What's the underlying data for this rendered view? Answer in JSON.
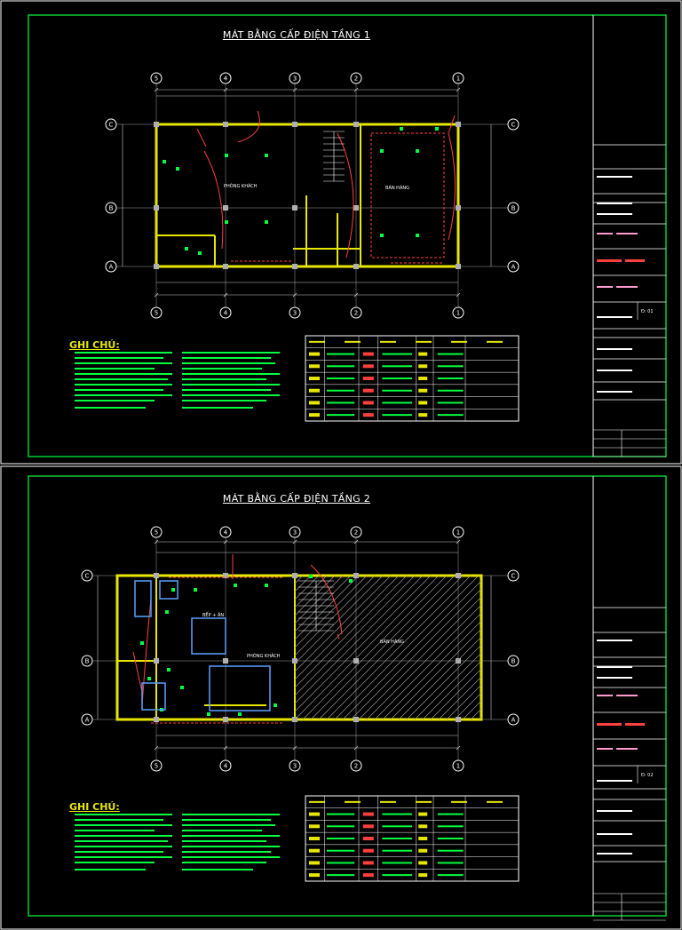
{
  "sheets": [
    {
      "title": "MÁT BẰNG CẤP ĐIỆN TẦNG 1",
      "notes_heading": "GHI CHÚ:",
      "sheet_no": "Đ: 01",
      "rooms": [
        "PHÒNG KHÁCH",
        "BÁN HÀNG"
      ]
    },
    {
      "title": "MÁT BẰNG CẤP ĐIỆN TẦNG 2",
      "notes_heading": "GHI CHÚ:",
      "sheet_no": "Đ: 02",
      "rooms": [
        "BẾP + ĂN",
        "PHÒNG KHÁCH",
        "BÁN HÀNG"
      ]
    }
  ],
  "grid_labels_top": [
    "5",
    "4",
    "3",
    "2",
    "1"
  ],
  "grid_labels_side": [
    "C",
    "B",
    "A"
  ],
  "colors": {
    "frame": "#ffffff",
    "border_green": "#00ff40",
    "wall": "#e6e600",
    "wire_red": "#ff4040",
    "wire_pink": "#ff9ad0",
    "dim": "#c8c8c8",
    "hatch": "#9a9a9a",
    "note": "#00ff40",
    "furniture": "#5aa0ff"
  }
}
